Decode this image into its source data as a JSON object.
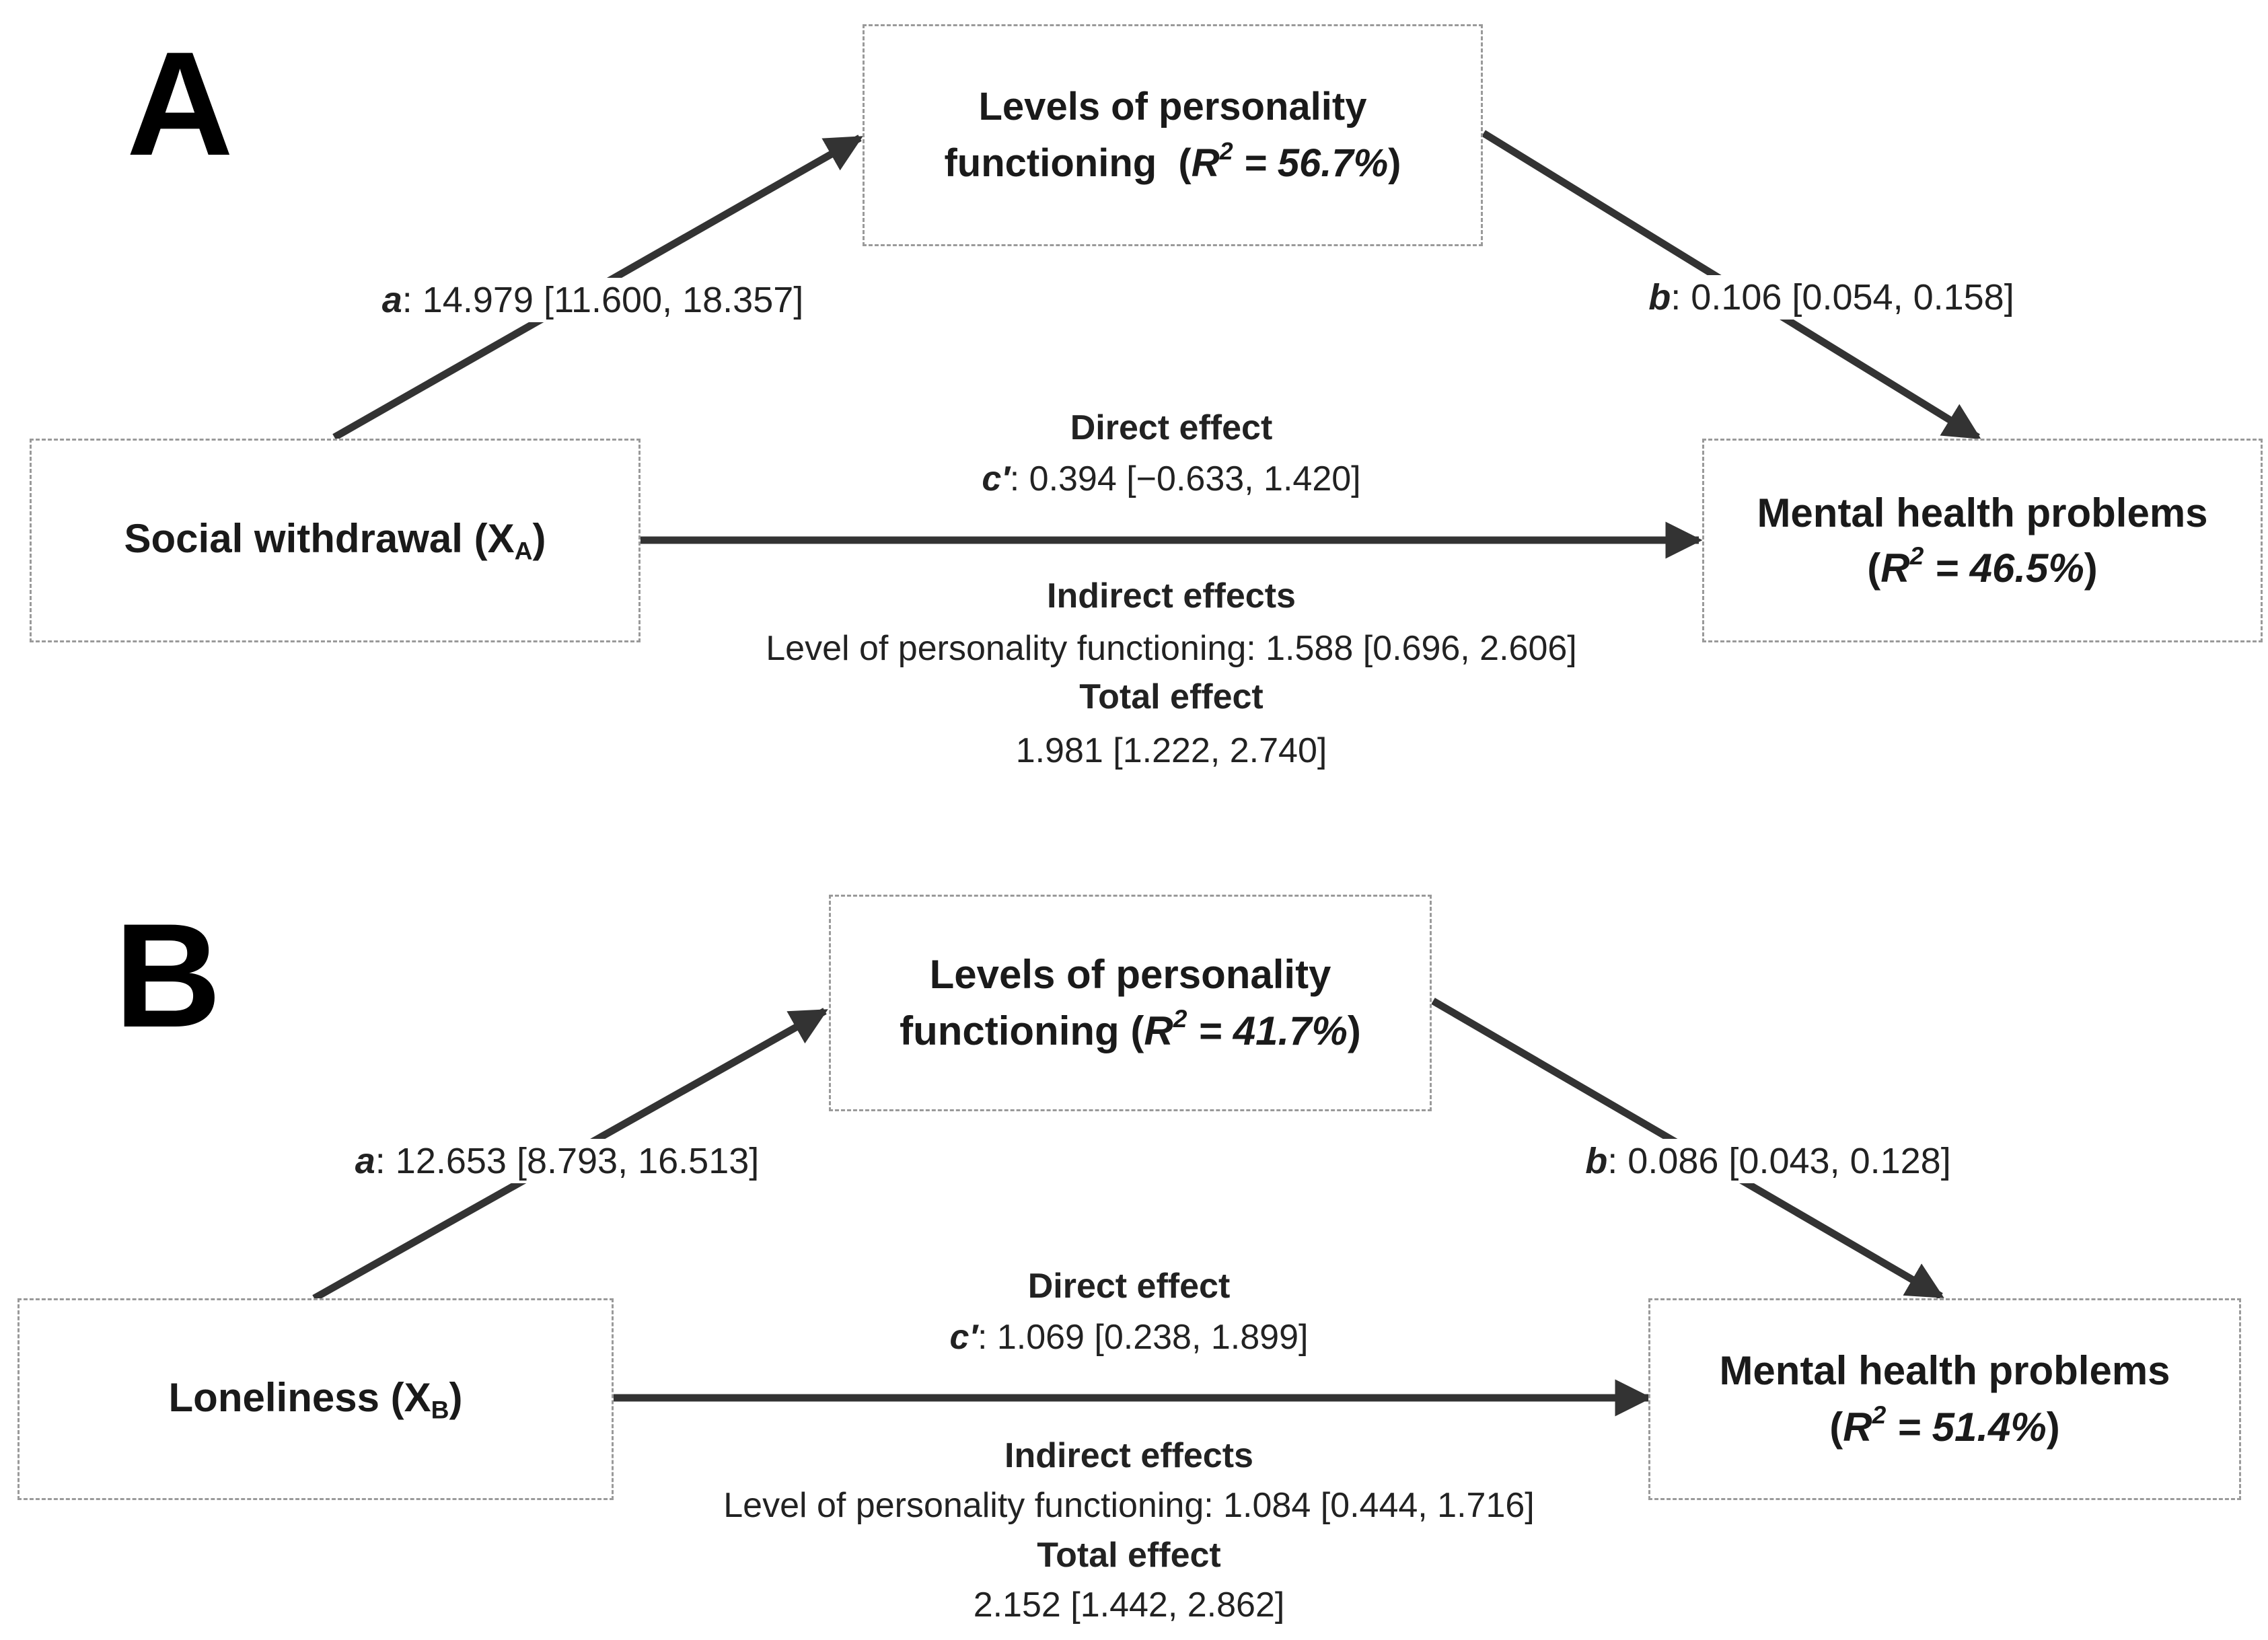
{
  "panels": [
    {
      "label": "A",
      "mediator": {
        "line1": "Levels of personality",
        "line2": "functioning",
        "r2": "R",
        "r2_sup": "2",
        "r2_value": " = 56.7%"
      },
      "predictor": {
        "name": "Social withdrawal (X",
        "sub": "A",
        "close": ")"
      },
      "outcome": {
        "line1": "Mental health problems",
        "r2": "R",
        "r2_sup": "2",
        "r2_value": " = 46.5%"
      },
      "path_a": {
        "symbol": "a",
        "value": ": 14.979 [11.600, 18.357]"
      },
      "path_b": {
        "symbol": "b",
        "value": ": 0.106 [0.054, 0.158]"
      },
      "direct": {
        "title": "Direct effect",
        "symbol": "c′",
        "value": ": 0.394 [−0.633, 1.420]"
      },
      "indirect": {
        "title": "Indirect effects",
        "value": "Level of personality functioning: 1.588 [0.696, 2.606]"
      },
      "total": {
        "title": "Total effect",
        "value": "1.981 [1.222, 2.740]"
      }
    },
    {
      "label": "B",
      "mediator": {
        "line1": "Levels of personality",
        "line2": "functioning",
        "r2": "R",
        "r2_sup": "2",
        "r2_value": " = 41.7%"
      },
      "predictor": {
        "name": "Loneliness (X",
        "sub": "B",
        "close": ")"
      },
      "outcome": {
        "line1": "Mental health problems",
        "r2": "R",
        "r2_sup": "2",
        "r2_value": " = 51.4%"
      },
      "path_a": {
        "symbol": "a",
        "value": ": 12.653 [8.793, 16.513]"
      },
      "path_b": {
        "symbol": "b",
        "value": ": 0.086 [0.043, 0.128]"
      },
      "direct": {
        "title": "Direct effect",
        "symbol": "c′",
        "value": ": 1.069 [0.238, 1.899]"
      },
      "indirect": {
        "title": "Indirect effects",
        "value": "Level of personality functioning: 1.084 [0.444, 1.716]"
      },
      "total": {
        "title": "Total effect",
        "value": "2.152 [1.442, 2.862]"
      }
    }
  ],
  "colors": {
    "arrow": "#333333",
    "box_border": "#9a9a9a",
    "text": "#1e1e1e"
  }
}
